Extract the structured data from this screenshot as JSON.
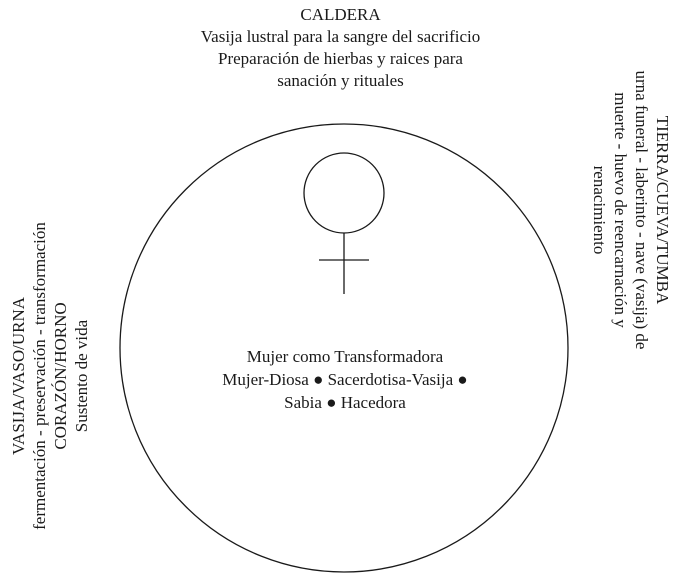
{
  "top": {
    "title": "CALDERA",
    "line1": "Vasija lustral para la sangre del sacrificio",
    "line2": "Preparación de hierbas y raices para",
    "line3": "sanación y rituales"
  },
  "center": {
    "line1": "Mujer como Transformadora",
    "line2": "Mujer-Diosa ● Sacerdotisa-Vasija ●",
    "line3": "Sabia ●  Hacedora"
  },
  "left": {
    "title": "VASIJA/VASO/URNA",
    "line1": "fermentación - preservación - transformación",
    "line2": "CORAZÓN/HORNO",
    "line3": "Sustento de vida"
  },
  "right": {
    "title": "TIERRA/CUEVA/TUMBA",
    "line1": "urna funeral - laberinto - nave (vasija) de",
    "line2": "muerte - huevo de reencarnación y",
    "line3": "renacimiento"
  },
  "symbol": "venus-symbol"
}
